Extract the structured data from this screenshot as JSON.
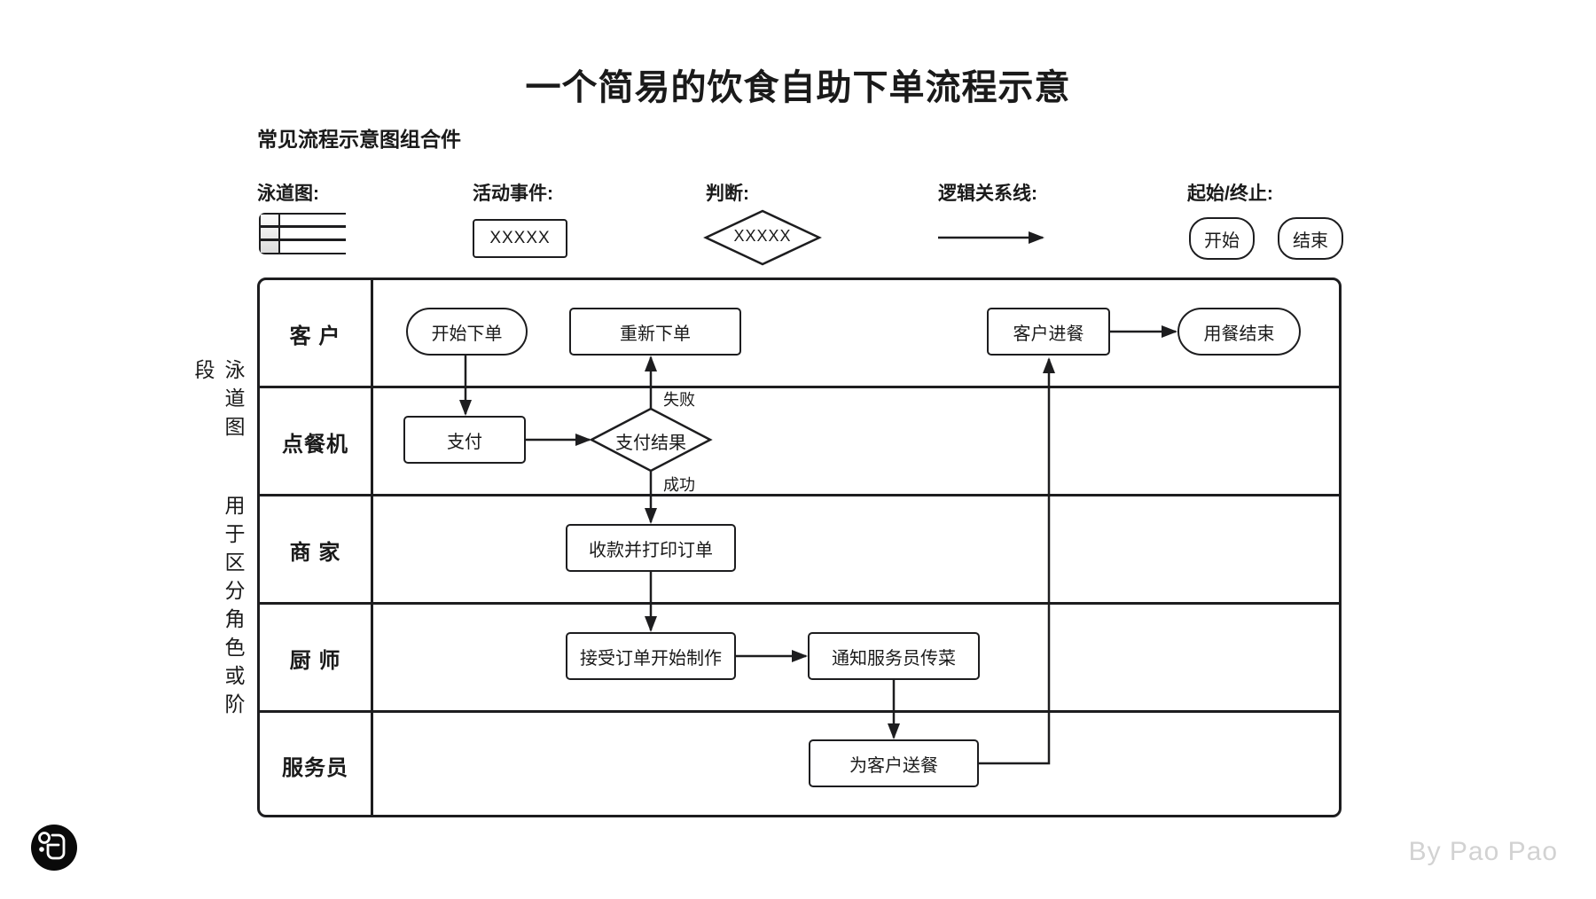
{
  "title": "一个简易的饮食自助下单流程示意",
  "colors": {
    "ink": "#1a1a1a",
    "credit_gray": "#d2d2d2"
  },
  "legend": {
    "heading": "常见流程示意图组合件",
    "swimlane": {
      "label": "泳道图:"
    },
    "activity": {
      "label": "活动事件:",
      "sample": "XXXXX"
    },
    "decision": {
      "label": "判断:",
      "sample": "XXXXX"
    },
    "connector": {
      "label": "逻辑关系线:"
    },
    "terminal": {
      "label": "起始/终止:",
      "start": "开始",
      "end": "结束"
    }
  },
  "diagram": {
    "side_caption_1": "泳道图",
    "side_caption_2": "用于区分角色或阶段",
    "lanes": [
      {
        "label": "客 户"
      },
      {
        "label": "点餐机"
      },
      {
        "label": "商 家"
      },
      {
        "label": "厨 师"
      },
      {
        "label": "服务员"
      }
    ],
    "nodes": {
      "start_order": "开始下单",
      "reorder": "重新下单",
      "customer_dine": "客户进餐",
      "dine_end": "用餐结束",
      "pay": "支付",
      "pay_result": "支付结果",
      "collect_print": "收款并打印订单",
      "accept_cook": "接受订单开始制作",
      "notify_waiter": "通知服务员传菜",
      "serve_customer": "为客户送餐"
    },
    "edge_labels": {
      "fail": "失败",
      "success": "成功"
    }
  },
  "footer": {
    "credit": "By Pao Pao",
    "logo": "paopao-logo"
  }
}
